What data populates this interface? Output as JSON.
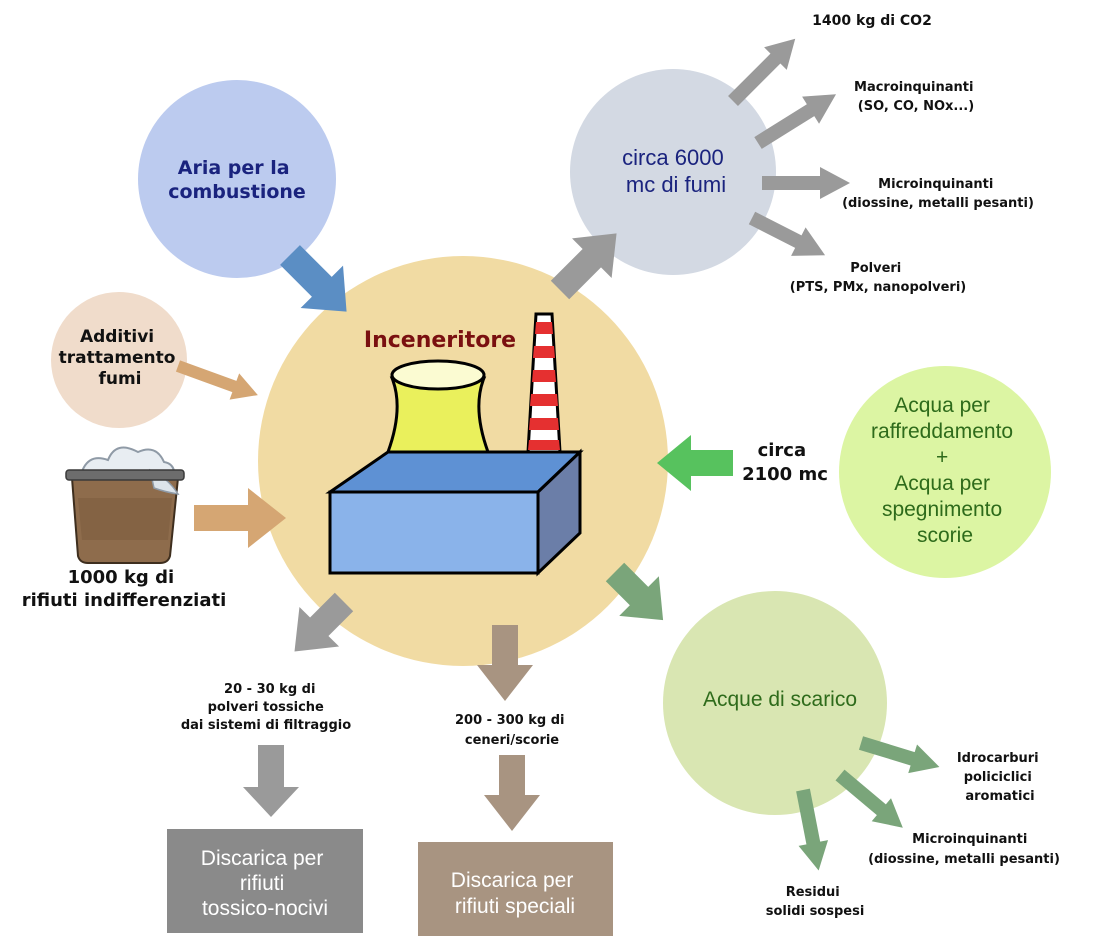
{
  "title": "Inceneritore",
  "colors": {
    "title": "#7a1010",
    "air_circle": "#bccbef",
    "air_text": "#1a237e",
    "additivi_circle": "#f0dccb",
    "main_circle": "#f1dba3",
    "fumi_circle": "#d3d9e3",
    "fumi_text": "#1a237e",
    "water_circle": "#dcf5a3",
    "water_text": "#2e6b1b",
    "scarico_circle": "#d9e6b2",
    "scarico_text": "#2e6b1b",
    "arrow_gray": "#9a9a9a",
    "arrow_blue": "#5b8ec4",
    "arrow_orange": "#d5a673",
    "arrow_green_bright": "#57c25e",
    "arrow_green_dark": "#7aa57a",
    "arrow_brown": "#a89481",
    "box_gray": "#8a8a8a",
    "box_brown": "#a89481"
  },
  "inputs": {
    "air": [
      "Aria per la",
      "combustione"
    ],
    "additives": [
      "Additivi",
      "trattamento",
      "fumi"
    ],
    "waste": [
      "1000 kg di",
      "rifiuti indifferenziati"
    ],
    "water_amount": [
      "circa",
      "2100 mc"
    ],
    "water": [
      "Acqua per",
      "raffreddamento",
      "+",
      "Acqua per",
      "spegnimento",
      "scorie"
    ]
  },
  "fumes": {
    "label": [
      "circa 6000",
      "mc di fumi"
    ],
    "co2": "1400 kg di CO2",
    "macro": [
      "Macroinquinanti",
      "(SO, CO, NOx...)"
    ],
    "micro": [
      "Microinquinanti",
      "(diossine, metalli pesanti)"
    ],
    "powders": [
      "Polveri",
      "(PTS, PMx, nanopolveri)"
    ]
  },
  "outputs": {
    "toxic_powders": [
      "20 - 30 kg di",
      "polveri tossiche",
      "dai sistemi di filtraggio"
    ],
    "ashes": [
      "200 - 300 kg di",
      "ceneri/scorie"
    ],
    "toxic_landfill": [
      "Discarica per",
      "rifiuti",
      "tossico-nocivi"
    ],
    "special_landfill": [
      "Discarica per",
      "rifiuti speciali"
    ],
    "wastewater": "Acque di scarico",
    "hydrocarbons": [
      "Idrocarburi",
      "policiclici",
      "aromatici"
    ],
    "water_micro": [
      "Microinquinanti",
      "(diossine, metalli pesanti)"
    ],
    "residues": [
      "Residui",
      "solidi sospesi"
    ]
  }
}
